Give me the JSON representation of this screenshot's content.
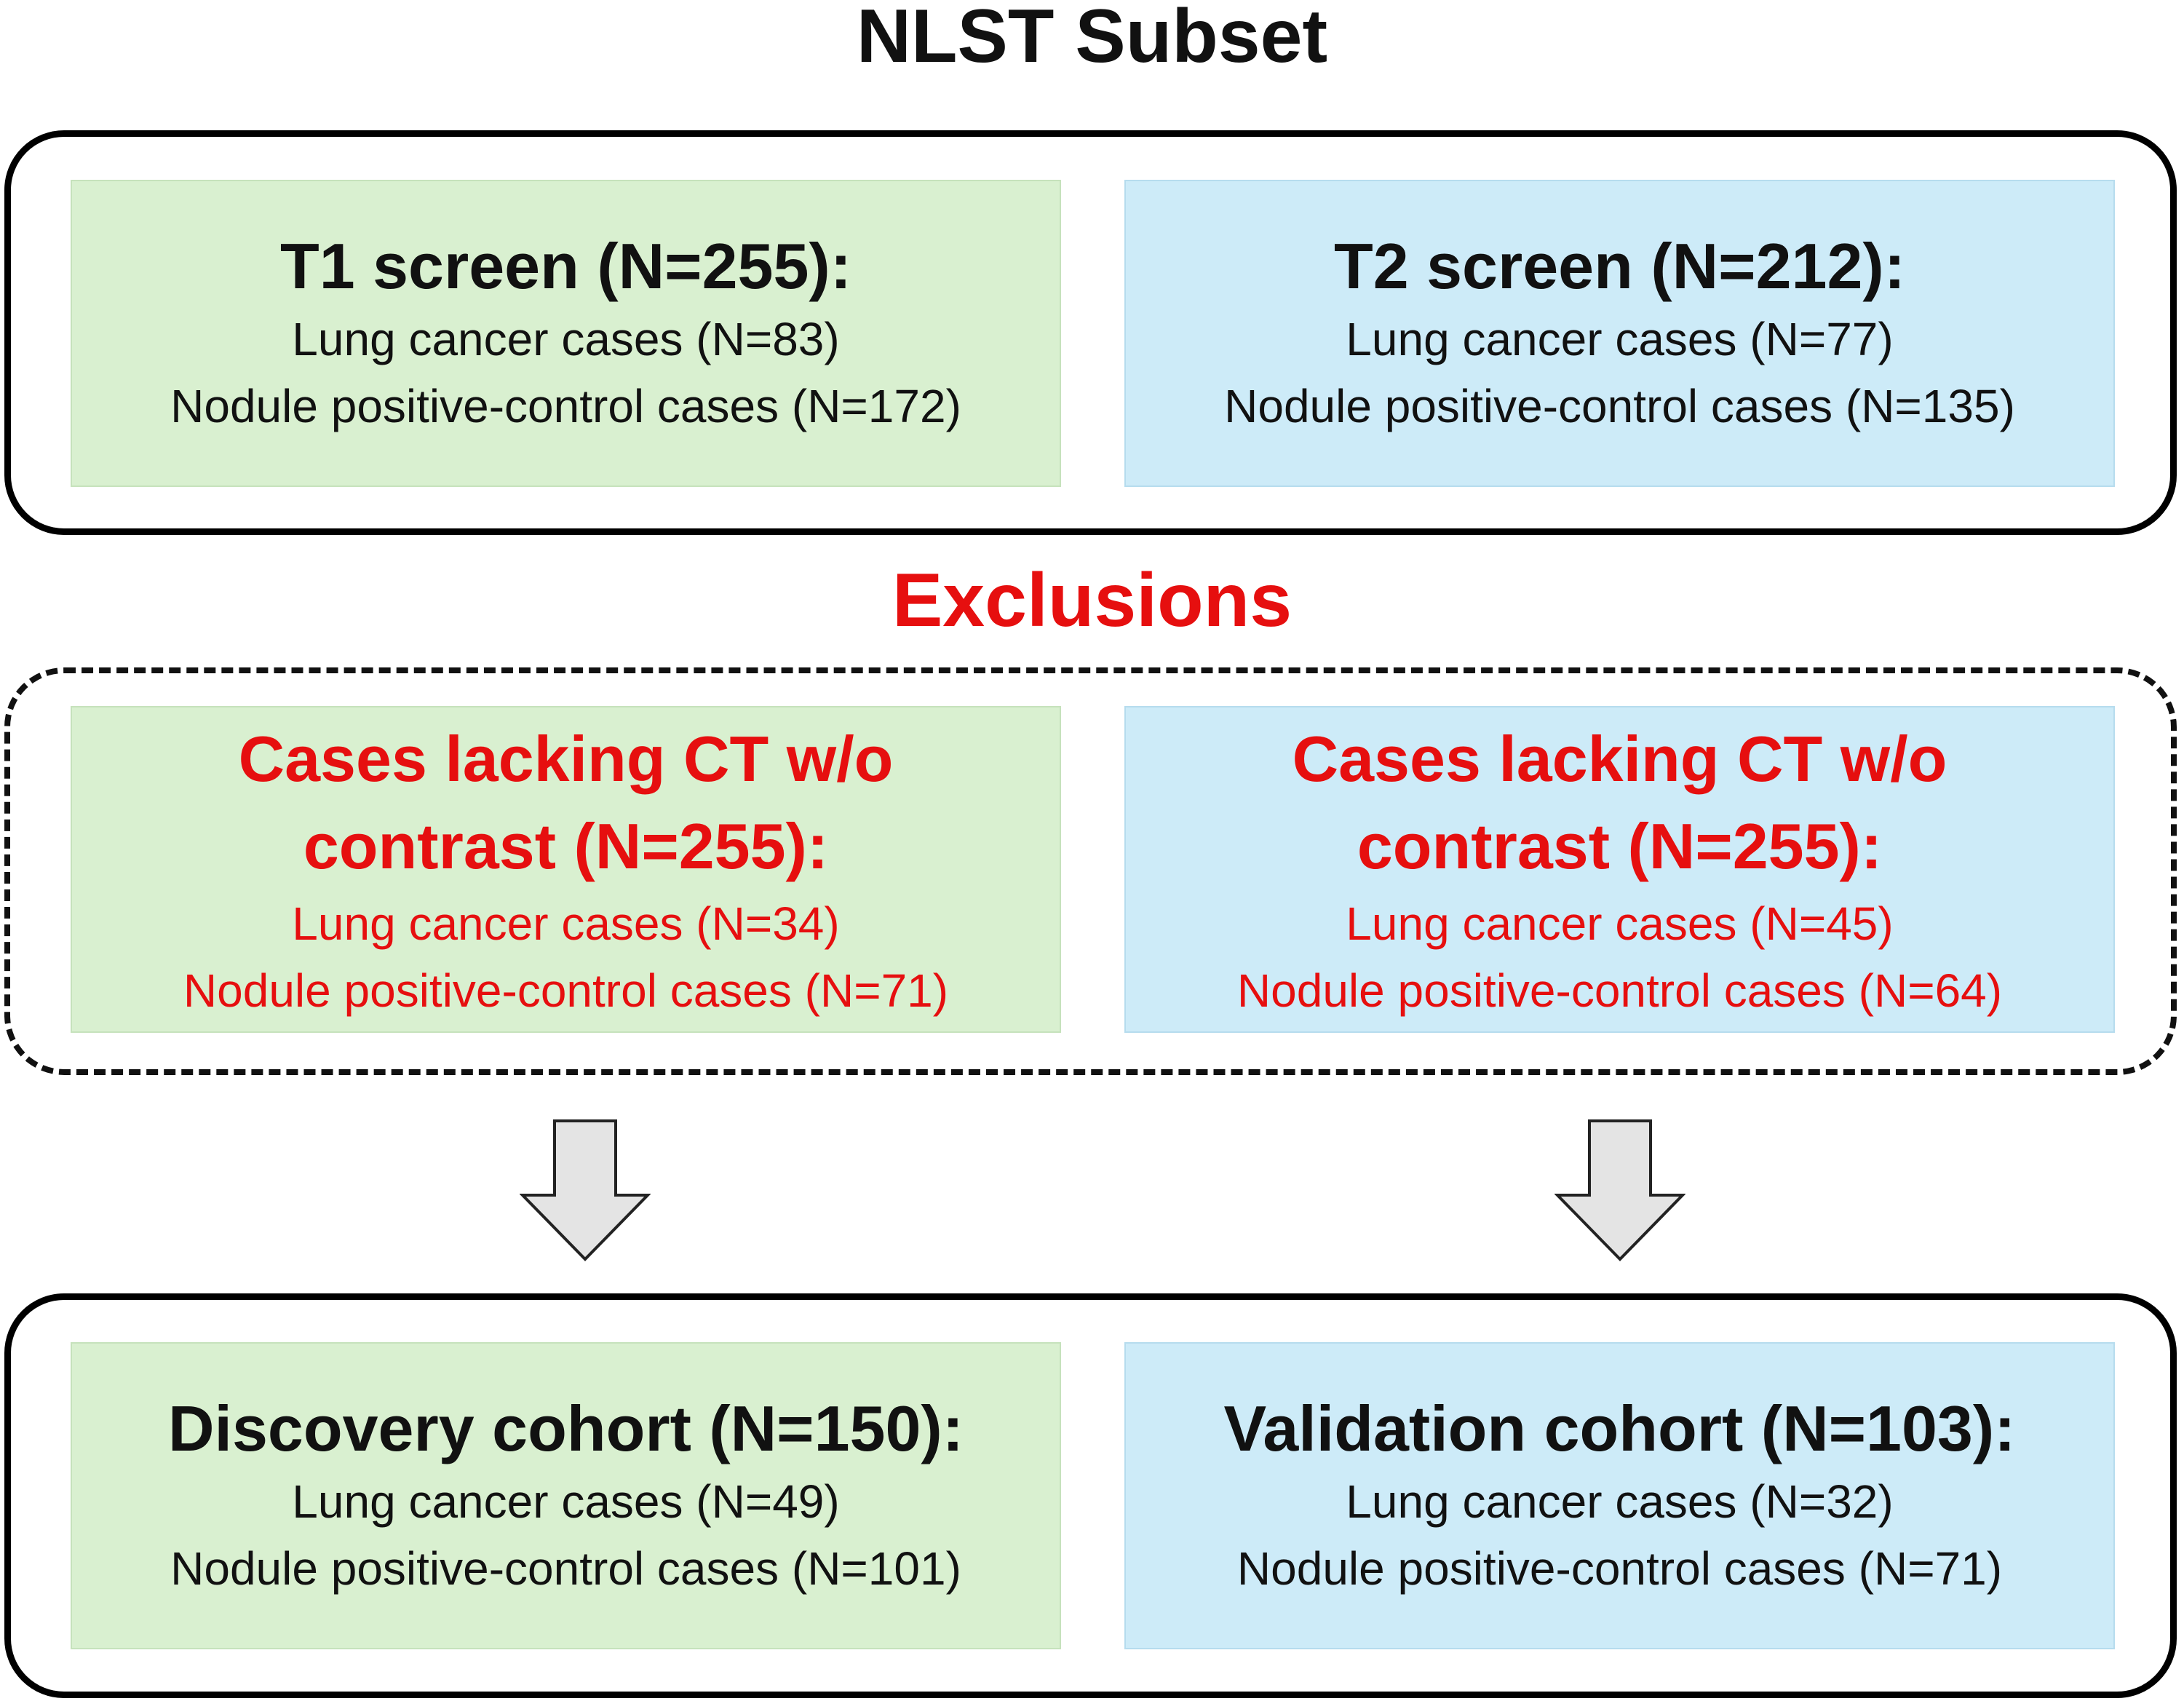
{
  "title": "NLST Subset",
  "exclusions_title": "Exclusions",
  "colors": {
    "green_box": "#d9f0d0",
    "blue_box": "#cdebf8",
    "exclusion_text": "#e60f0f",
    "arrow_fill": "#e4e4e4"
  },
  "screens": {
    "t1": {
      "title": "T1 screen (N=255):",
      "line1": "Lung cancer cases (N=83)",
      "line2": "Nodule positive-control cases (N=172)"
    },
    "t2": {
      "title": "T2 screen (N=212):",
      "line1": "Lung cancer cases (N=77)",
      "line2": "Nodule positive-control cases (N=135)"
    }
  },
  "exclusions": {
    "left": {
      "title_line1": "Cases lacking CT w/o",
      "title_line2": "contrast (N=255):",
      "line1": "Lung cancer cases (N=34)",
      "line2": "Nodule positive-control cases (N=71)"
    },
    "right": {
      "title_line1": "Cases lacking CT w/o",
      "title_line2": "contrast (N=255):",
      "line1": "Lung cancer cases (N=45)",
      "line2": "Nodule positive-control cases (N=64)"
    }
  },
  "cohorts": {
    "discovery": {
      "title": "Discovery cohort (N=150):",
      "line1": "Lung cancer cases (N=49)",
      "line2": "Nodule positive-control cases (N=101)"
    },
    "validation": {
      "title": "Validation cohort (N=103):",
      "line1": "Lung cancer cases (N=32)",
      "line2": "Nodule positive-control cases (N=71)"
    }
  },
  "arrows": [
    {
      "name": "down-arrow",
      "icon": "down-arrow-icon"
    },
    {
      "name": "down-arrow",
      "icon": "down-arrow-icon"
    }
  ]
}
